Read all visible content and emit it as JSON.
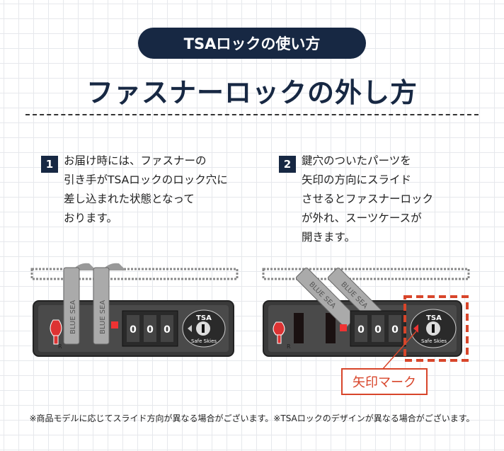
{
  "header": {
    "badge": "TSAロックの使い方",
    "title": "ファスナーロックの外し方"
  },
  "steps": [
    {
      "number": "1",
      "lines": [
        "お届け時には、ファスナーの",
        "引き手がTSAロックのロック穴に",
        "差し込まれた状態となって",
        "おります。"
      ]
    },
    {
      "number": "2",
      "lines": [
        "鍵穴のついたパーツを",
        "矢印の方向にスライド",
        "させるとファスナーロック",
        "が外れ、スーツケースが",
        "開きます。"
      ]
    }
  ],
  "lock": {
    "brand": "BLUE SEA",
    "tsa": "TSA",
    "safe_skies": "Safe Skies",
    "registered": "R",
    "dial": "0"
  },
  "callout": "矢印マーク",
  "footnote": "※商品モデルに応じてスライド方向が異なる場合がございます。※TSAロックのデザインが異なる場合がございます。",
  "colors": {
    "navy": "#172843",
    "accent": "#d8452a"
  }
}
